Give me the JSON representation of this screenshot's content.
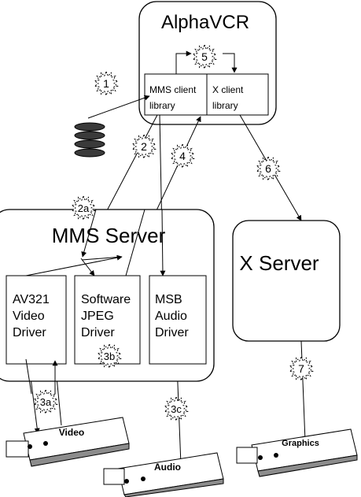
{
  "alphavcr": {
    "title": "AlphaVCR",
    "mms_client_line1": "MMS client",
    "mms_client_line2": "library",
    "x_client_line1": "X client",
    "x_client_line2": "library"
  },
  "mms_server": {
    "title": "MMS Server",
    "drivers": [
      {
        "line1": "AV321",
        "line2": "Video",
        "line3": "Driver"
      },
      {
        "line1": "Software",
        "line2": "JPEG",
        "line3": "Driver"
      },
      {
        "line1": "MSB",
        "line2": "Audio",
        "line3": "Driver"
      }
    ]
  },
  "x_server": {
    "title": "X Server"
  },
  "cards": {
    "video": "Video",
    "audio": "Audio",
    "graphics": "Graphics"
  },
  "steps": [
    "1",
    "2",
    "2a",
    "3a",
    "3b",
    "3c",
    "4",
    "5",
    "6",
    "7"
  ],
  "colors": {
    "ink": "#000000",
    "paper": "#ffffff",
    "disk_fill": "#3a3a3a",
    "card_shade": "#8c8c8c"
  }
}
